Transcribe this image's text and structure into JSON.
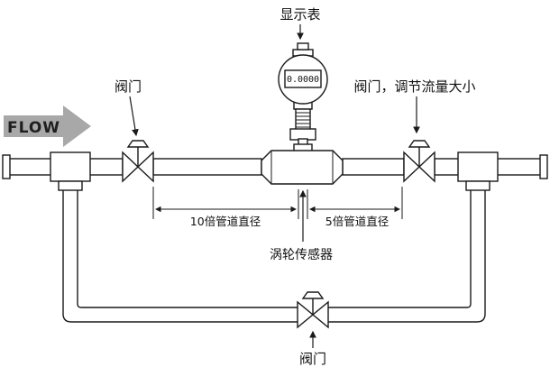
{
  "diagram": {
    "labels": {
      "display_meter": "显示表",
      "valve_left": "阀门",
      "valve_right": "阀门，调节流量大小",
      "valve_bottom": "阀门",
      "turbine_sensor": "涡轮传感器",
      "dim_upstream": "10倍管道直径",
      "dim_downstream": "5倍管道直径",
      "flow": "FLOW",
      "display_value": "0.0000"
    },
    "colors": {
      "line": "#1a1a1a",
      "flow_arrow": "#a8a8a8",
      "background": "#ffffff"
    }
  }
}
